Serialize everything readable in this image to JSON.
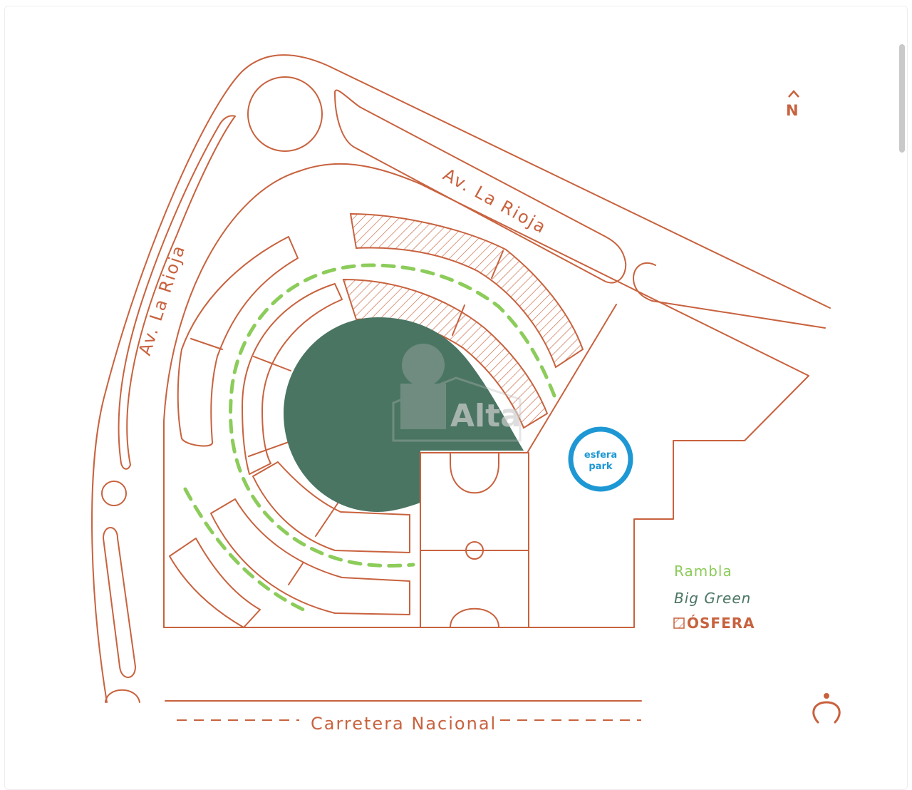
{
  "map": {
    "north_label": "N",
    "streets": {
      "rioja_north": "Av. La Rioja",
      "rioja_west": "Av. La Rioja",
      "carretera": "Carretera Nacional"
    },
    "park_badge": {
      "line1": "esfera",
      "line2": "park"
    },
    "watermark": "Alta",
    "legend": {
      "rambla": "Rambla",
      "big_green": "Big Green",
      "osfera": "ÓSFERA"
    },
    "colors": {
      "line": "#c8623e",
      "rambla": "#8ccc5a",
      "big_green": "#4a7563",
      "park_badge": "#1e98d4"
    }
  }
}
